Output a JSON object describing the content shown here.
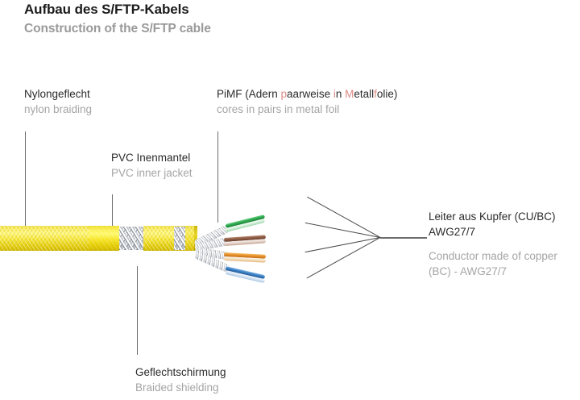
{
  "header": {
    "title_de": "Aufbau des S/FTP-Kabels",
    "title_en": "Construction of the S/FTP cable"
  },
  "labels": {
    "nylon": {
      "de": "Nylongeflecht",
      "en": "nylon braiding"
    },
    "pimf": {
      "de_part1": "PiMF (Adern ",
      "de_hl1": "p",
      "de_part2": "aarweise ",
      "de_hl2": "i",
      "de_part3": "n ",
      "de_hl3": "M",
      "de_part4": "etall",
      "de_hl4": "f",
      "de_part5": "olie)",
      "en": "cores in pairs in metal foil"
    },
    "pvc": {
      "de": "PVC Inenmantel",
      "en": "PVC inner jacket"
    },
    "conductor": {
      "de_line1": "Leiter aus Kupfer (CU/BC)",
      "de_line2": "AWG27/7",
      "en_line1": "Conductor made of copper",
      "en_line2": "(BC) - AWG27/7"
    },
    "shield": {
      "de": "Geflechtschirmung",
      "en": "Braided shielding"
    }
  },
  "colors": {
    "title_de": "#1b1b1b",
    "title_en": "#9a9a9a",
    "label_de": "#2b2b2b",
    "label_en": "#a5a5a5",
    "highlight": "#dd8a86",
    "leader_line": "#6d6d6d",
    "jacket_yellow": "#f7e83f",
    "braid_silver": "#e8eaed"
  },
  "diagram": {
    "type": "cable-cutaway",
    "pairs": [
      {
        "name": "green",
        "solid": "#2faa4e",
        "stripe": "#dff3e3"
      },
      {
        "name": "brown",
        "solid": "#8e5c42",
        "stripe": "#e8d8cf"
      },
      {
        "name": "orange",
        "solid": "#e8912a",
        "stripe": "#f6e2c3"
      },
      {
        "name": "blue",
        "solid": "#3a7fc4",
        "stripe": "#dbe8f5"
      }
    ],
    "pair_count": 4
  }
}
